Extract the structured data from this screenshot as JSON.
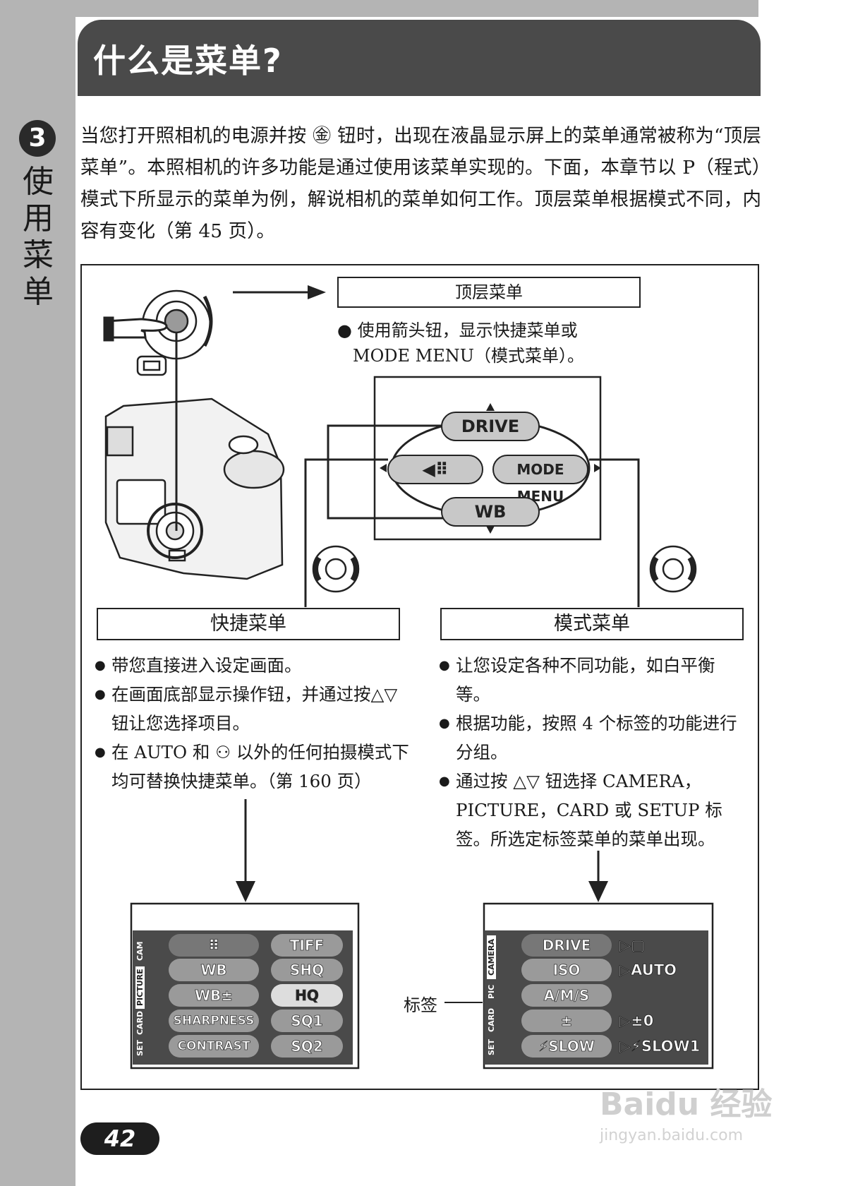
{
  "chapter": {
    "number": "3",
    "title": "使用菜单"
  },
  "page_title": "什么是菜单?",
  "intro": "当您打开照相机的电源并按 ㊎ 钮时，出现在液晶显示屏上的菜单通常被称为“顶层菜单”。本照相机的许多功能是通过使用该菜单实现的。下面，本章节以 P（程式）模式下所显示的菜单为例，解说相机的菜单如何工作。顶层菜单根据模式不同，内容有变化（第 45 页）。",
  "top_menu": {
    "label": "顶层菜单",
    "note_line1": "使用箭头钮，显示快捷菜单或",
    "note_line2": "MODE MENU（模式菜单）。",
    "buttons": {
      "drive": "DRIVE",
      "quality": "◀⠿",
      "mode_menu": "MODE MENU",
      "wb": "WB"
    }
  },
  "shortcut_menu": {
    "label": "快捷菜单",
    "notes": [
      "带您直接进入设定画面。",
      "在画面底部显示操作钮，并通过按△▽ 钮让您选择项目。",
      "在 AUTO 和 ⚇ 以外的任何拍摄模式下均可替换快捷菜单。（第 160 页）"
    ],
    "tabs": [
      "CAM",
      "PICTURE",
      "CARD",
      "SET"
    ],
    "items": [
      "⠿",
      "WB",
      "WB±",
      "SHARPNESS",
      "CONTRAST"
    ],
    "values": [
      "TIFF",
      "SHQ",
      "HQ",
      "SQ1",
      "SQ2"
    ]
  },
  "mode_menu": {
    "label": "模式菜单",
    "notes": [
      "让您设定各种不同功能，如白平衡等。",
      "根据功能，按照 4 个标签的功能进行分组。",
      "通过按 △▽ 钮选择 CAMERA，PICTURE，CARD 或 SETUP 标签。所选定标签菜单的菜单出现。"
    ],
    "tabs": [
      "CAMERA",
      "PIC",
      "CARD",
      "SET"
    ],
    "items": [
      "DRIVE",
      "ISO",
      "A/M/S",
      "±",
      "⚡SLOW"
    ],
    "values": [
      "▢",
      "AUTO",
      "",
      "±0",
      "⚡SLOW1"
    ],
    "tab_label": "标签"
  },
  "page_number": "42",
  "watermark": {
    "brand": "Baidu 经验",
    "url": "jingyan.baidu.com"
  }
}
